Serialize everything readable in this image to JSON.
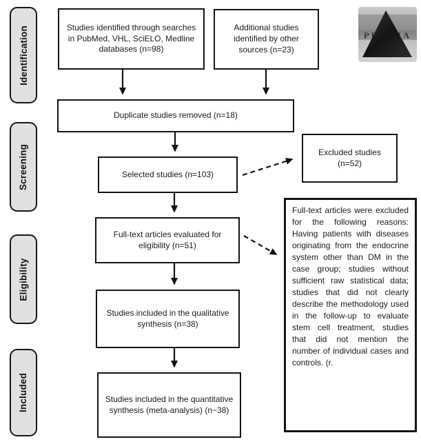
{
  "diagram": {
    "stages": [
      {
        "label": "Identification"
      },
      {
        "label": "Screening"
      },
      {
        "label": "Eligibility"
      },
      {
        "label": "Included"
      }
    ],
    "boxes": {
      "identified": "Studies identified through searches in PubMed, VHL, SciELO, Medline databases (n=98)",
      "additional": "Additional studies identified by other sources (n=23)",
      "duplicates": "Duplicate studies removed (n=18)",
      "selected": "Selected studies (n=103)",
      "excluded": "Excluded studies (n=52)",
      "fulltext": "Full-text articles evaluated for eligibility (n=51)",
      "qualitative": "Studies included in the qualitative synthesis (n=38)",
      "quantitative": "Studies included in the quantitative synthesis (meta-analysis) (n−38)",
      "reasons": "Full-text articles were excluded for the following reasons: Having patients with diseases originating from the endocrine system other than DM in the case group; studies without sufficient raw statistical data; studies that did not clearly describe the methodology used in the follow-up to evaluate stem cell treatment, studies that did not mention the number of individual cases and controls. (r."
    },
    "logo": {
      "text": "PRISMA"
    },
    "colors": {
      "background": "#ffffff",
      "box_border": "#141414",
      "stage_fill": "#e4e4e4",
      "arrow": "#111111"
    }
  }
}
